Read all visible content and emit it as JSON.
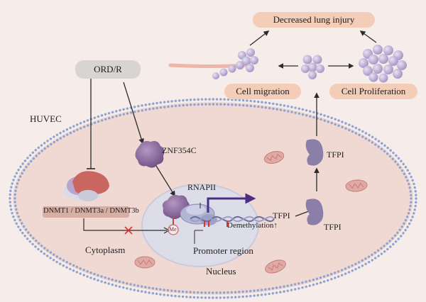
{
  "labels": {
    "outcome": "Decreased lung injury",
    "migration": "Cell migration",
    "proliferation": "Cell Proliferation",
    "stimulus": "ORD/R",
    "cell_type": "HUVEC",
    "tf": "ZNF354C",
    "dnmt1": "DNMT1",
    "dnmt3a": "DNMT3a",
    "dnmt3b": "DNMT3b",
    "dnmt_sep": "/",
    "cytoplasm": "Cytoplasm",
    "nucleus": "Nucleus",
    "rnapii": "RNAPII",
    "tfpi_gene": "TFPI",
    "tfpi_protein_1": "TFPI",
    "tfpi_protein_2": "TFPI",
    "demethylation": "Demethylation",
    "demethylation_arrow": "↑",
    "promoter": "Promoter region",
    "methyl": "Me"
  },
  "colors": {
    "background": "#f6ecea",
    "cell_fill": "#f1d9d3",
    "membrane_dots": "#8ea3cf",
    "nucleus_fill": "#dcdde9",
    "pill": "#f3cdb8",
    "stimulus_box": "#d8d4d2",
    "protein_purple": "#8a6a9c",
    "arrow_purple": "#4b2f86",
    "inhibit_red": "#d9342c",
    "dnmt_red": "#c8665f",
    "mito": "#e0a9a3"
  }
}
